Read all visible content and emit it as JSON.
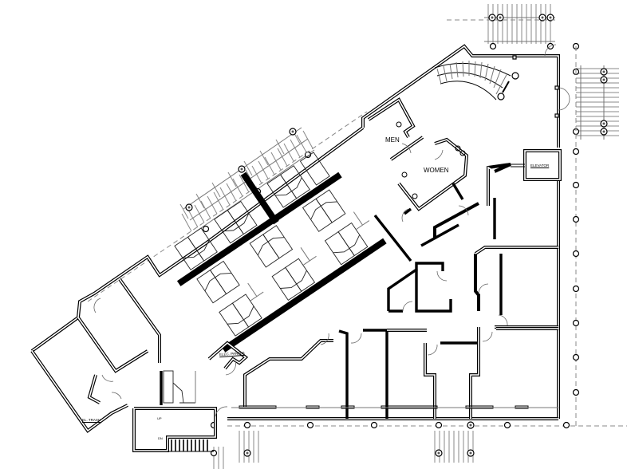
{
  "drawing": {
    "type": "architectural floor plan",
    "background": "#ffffff",
    "line_color": "#000000"
  },
  "rooms": {
    "men": {
      "label": "MEN"
    },
    "women": {
      "label": "WOMEN"
    },
    "elevator": {
      "label": "ELEVATOR"
    },
    "electrical": {
      "label": "ELEC. PANELS"
    },
    "trash": {
      "label": "EL. TRASH"
    }
  },
  "stairs": {
    "lower_up_marker": "UP",
    "lower_dn_marker": "DN"
  },
  "features": [
    {
      "name": "curved-staircase",
      "location": "top-center-right"
    },
    {
      "name": "straight-staircase",
      "location": "bottom-left"
    },
    {
      "name": "pergola-north-diagonal",
      "location": "top-left diagonal"
    },
    {
      "name": "pergola-north-entry",
      "location": "top-right"
    },
    {
      "name": "pergola-east",
      "location": "right"
    },
    {
      "name": "pergola-south",
      "location": "bottom"
    },
    {
      "name": "open-office-cubicles",
      "location": "center diagonal wing"
    },
    {
      "name": "private-offices",
      "location": "south and east"
    }
  ]
}
